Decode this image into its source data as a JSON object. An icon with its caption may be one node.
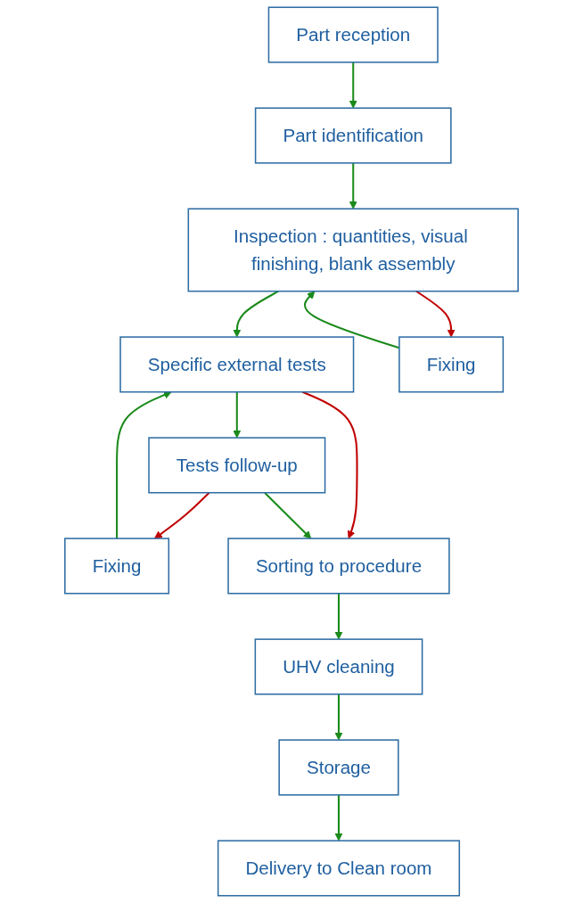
{
  "diagram": {
    "nodes": [
      {
        "text": [
          "Part reception"
        ]
      },
      {
        "text": [
          "Part identification"
        ]
      },
      {
        "text": [
          "Inspection : quantities, visual finishing, blank assembly"
        ]
      },
      {
        "text": [
          "Specific external tests"
        ]
      },
      {
        "text": [
          "Fixing"
        ]
      },
      {
        "text": [
          "Tests follow-up"
        ]
      },
      {
        "text": [
          "Fixing"
        ]
      },
      {
        "text": [
          "Sorting to procedure"
        ]
      },
      {
        "text": [
          "UHV cleaning"
        ]
      },
      {
        "text": [
          "Storage"
        ]
      },
      {
        "text": [
          "Delivery to Clean room"
        ]
      }
    ],
    "edges": [
      {
        "from": 0,
        "to": 1,
        "arrow": "to"
      },
      {
        "from": 1,
        "to": 2,
        "arrow": "to"
      },
      {
        "from": 2,
        "to": 3,
        "arrow": "to"
      },
      {
        "from": 2,
        "to": 4,
        "arrow": "to",
        "color": "#c00000"
      },
      {
        "from": 4,
        "to": 2,
        "arrow": "to"
      },
      {
        "from": 3,
        "to": 5,
        "arrow": "to"
      },
      {
        "from": 3,
        "to": 7,
        "arrow": "to",
        "color": "#c00000"
      },
      {
        "from": 5,
        "to": 6,
        "arrow": "to",
        "color": "#c00000"
      },
      {
        "from": 6,
        "to": 3,
        "arrow": "to"
      },
      {
        "from": 5,
        "to": 7,
        "arrow": "to"
      },
      {
        "from": 7,
        "to": 8,
        "arrow": "to"
      },
      {
        "from": 8,
        "to": 9,
        "arrow": "to"
      },
      {
        "from": 9,
        "to": 10,
        "arrow": "to"
      }
    ]
  }
}
